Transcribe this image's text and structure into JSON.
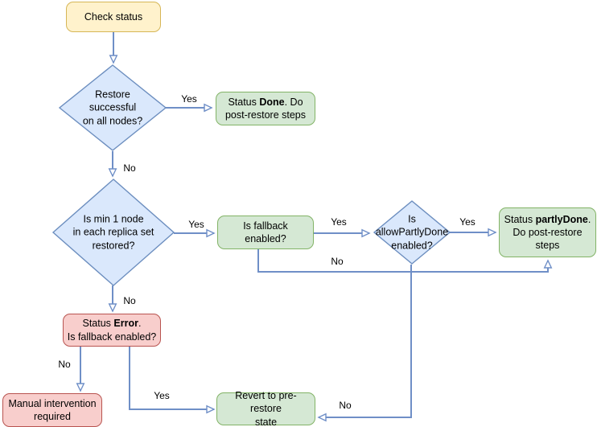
{
  "diagram": {
    "type": "flowchart",
    "topic": "Restore status check flow"
  },
  "colors": {
    "connector": "#6f8fc7",
    "yellow_fill": "#fff2cc",
    "yellow_stroke": "#d6b656",
    "blue_fill": "#dae8fc",
    "blue_stroke": "#6c8ebf",
    "green_fill": "#d5e8d4",
    "green_stroke": "#82b366",
    "red_fill": "#f8cecc",
    "red_stroke": "#b85450"
  },
  "nodes": {
    "check_status": {
      "shape": "rounded-rect",
      "color": "yellow",
      "label": "Check status"
    },
    "restore_successful": {
      "shape": "diamond",
      "color": "blue",
      "label": "Restore\nsuccessful\non all nodes?"
    },
    "status_done": {
      "shape": "rounded-rect",
      "color": "green",
      "prefix": "Status ",
      "bold": "Done",
      "suffix": ". Do\npost-restore steps"
    },
    "min_one_node": {
      "shape": "diamond",
      "color": "blue",
      "label": "Is min 1 node\nin each replica set\nrestored?"
    },
    "fallback_enabled": {
      "shape": "rounded-rect",
      "color": "green",
      "label": "Is fallback enabled?"
    },
    "allow_partly_done": {
      "shape": "diamond",
      "color": "blue",
      "label": "Is\nallowPartlyDone\nenabled?"
    },
    "status_partly_done": {
      "shape": "rounded-rect",
      "color": "green",
      "prefix": "Status ",
      "bold": "partlyDone",
      "suffix": ".\nDo post-restore\nsteps"
    },
    "status_error": {
      "shape": "rounded-rect",
      "color": "red",
      "prefix": "Status ",
      "bold": "Error",
      "suffix": ".\nIs fallback enabled?"
    },
    "manual_intervention": {
      "shape": "rounded-rect",
      "color": "red",
      "label": "Manual intervention\nrequired"
    },
    "revert": {
      "shape": "rounded-rect",
      "color": "green",
      "label": "Revert to pre-restore\nstate"
    }
  },
  "edges": [
    {
      "from": "check_status",
      "to": "restore_successful",
      "label": ""
    },
    {
      "from": "restore_successful",
      "to": "status_done",
      "label": "Yes"
    },
    {
      "from": "restore_successful",
      "to": "min_one_node",
      "label": "No"
    },
    {
      "from": "min_one_node",
      "to": "fallback_enabled",
      "label": "Yes"
    },
    {
      "from": "min_one_node",
      "to": "status_error",
      "label": "No"
    },
    {
      "from": "fallback_enabled",
      "to": "allow_partly_done",
      "label": "Yes"
    },
    {
      "from": "fallback_enabled",
      "to": "status_partly_done",
      "label": "No"
    },
    {
      "from": "allow_partly_done",
      "to": "status_partly_done",
      "label": "Yes"
    },
    {
      "from": "allow_partly_done",
      "to": "revert",
      "label": "No"
    },
    {
      "from": "status_error",
      "to": "manual_intervention",
      "label": "No"
    },
    {
      "from": "status_error",
      "to": "revert",
      "label": "Yes"
    }
  ]
}
